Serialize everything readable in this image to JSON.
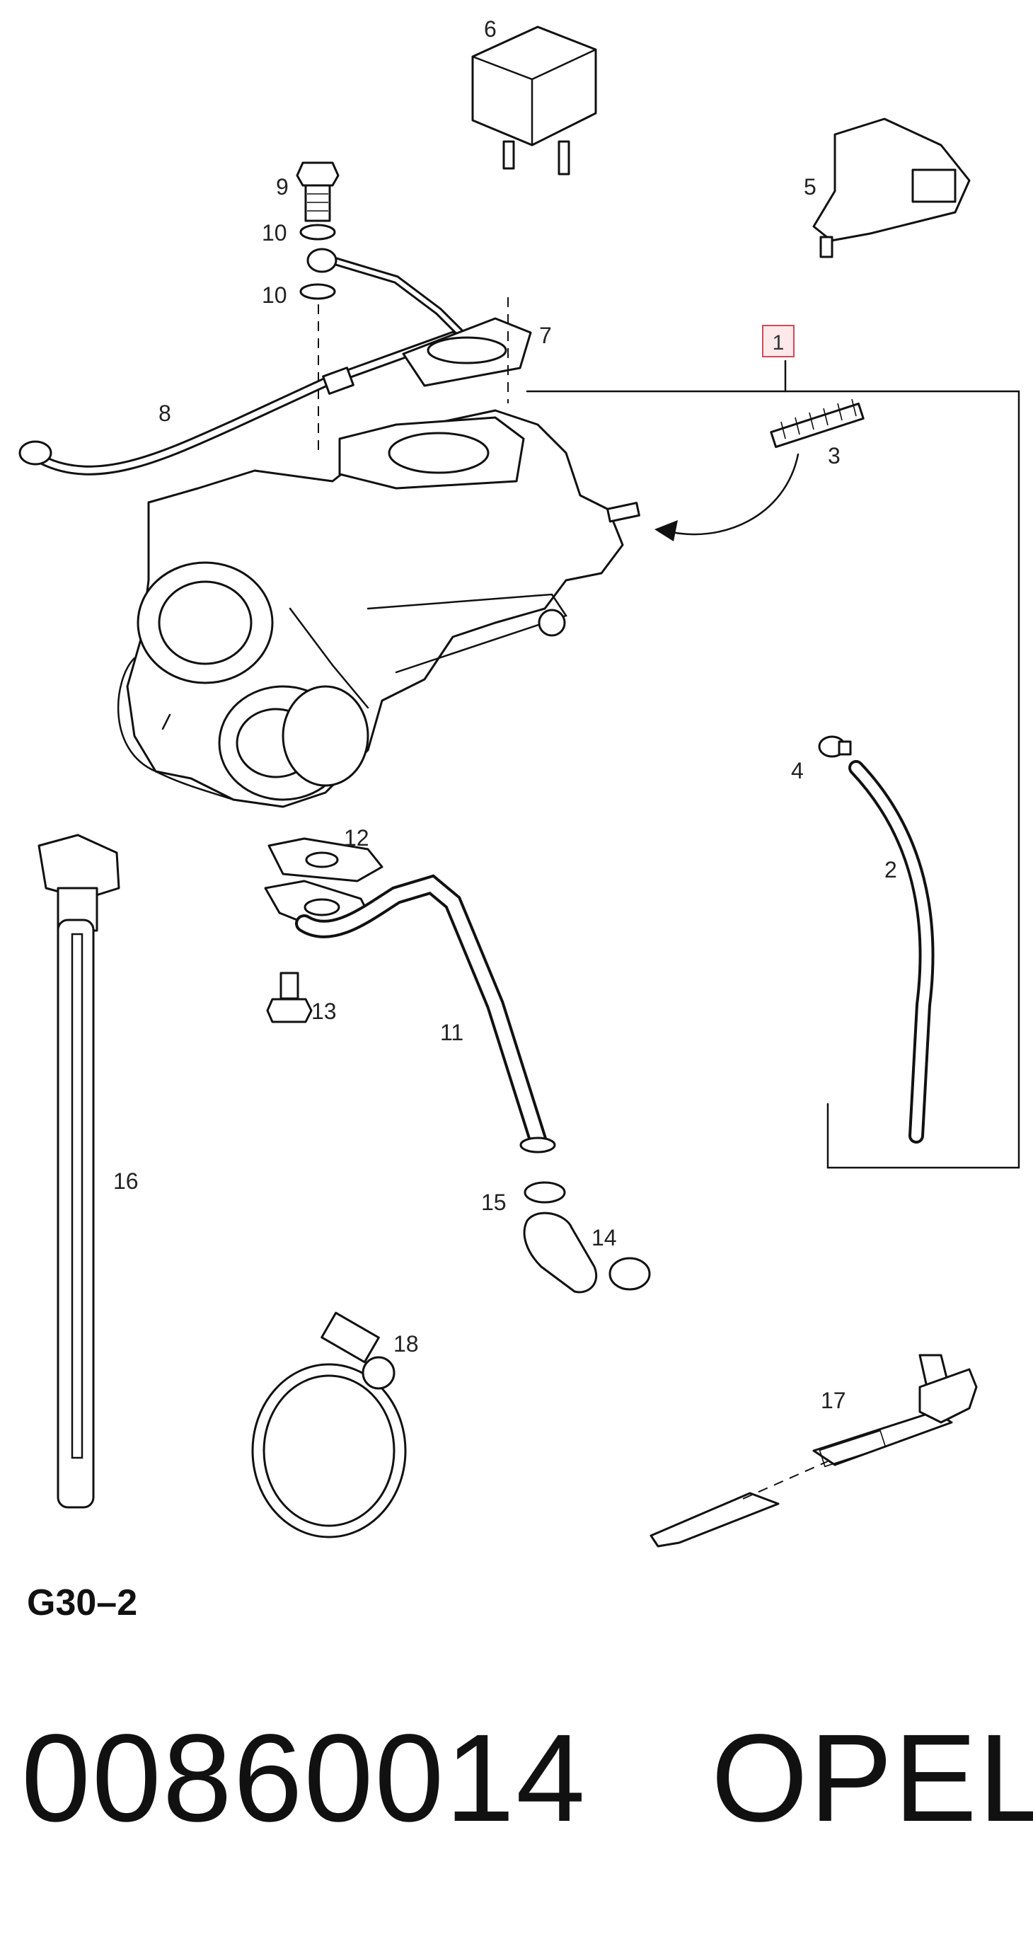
{
  "diagram": {
    "callout_main": "1",
    "labels": {
      "p2": "2",
      "p3": "3",
      "p4": "4",
      "p5": "5",
      "p6": "6",
      "p7": "7",
      "p8": "8",
      "p9": "9",
      "p10a": "10",
      "p10b": "10",
      "p11": "11",
      "p12": "12",
      "p13": "13",
      "p14": "14",
      "p15": "15",
      "p16": "16",
      "p17": "17",
      "p18": "18"
    },
    "figure_code": "G30–2"
  },
  "footer": {
    "part_number": "00860014",
    "brand": "OPEL"
  }
}
